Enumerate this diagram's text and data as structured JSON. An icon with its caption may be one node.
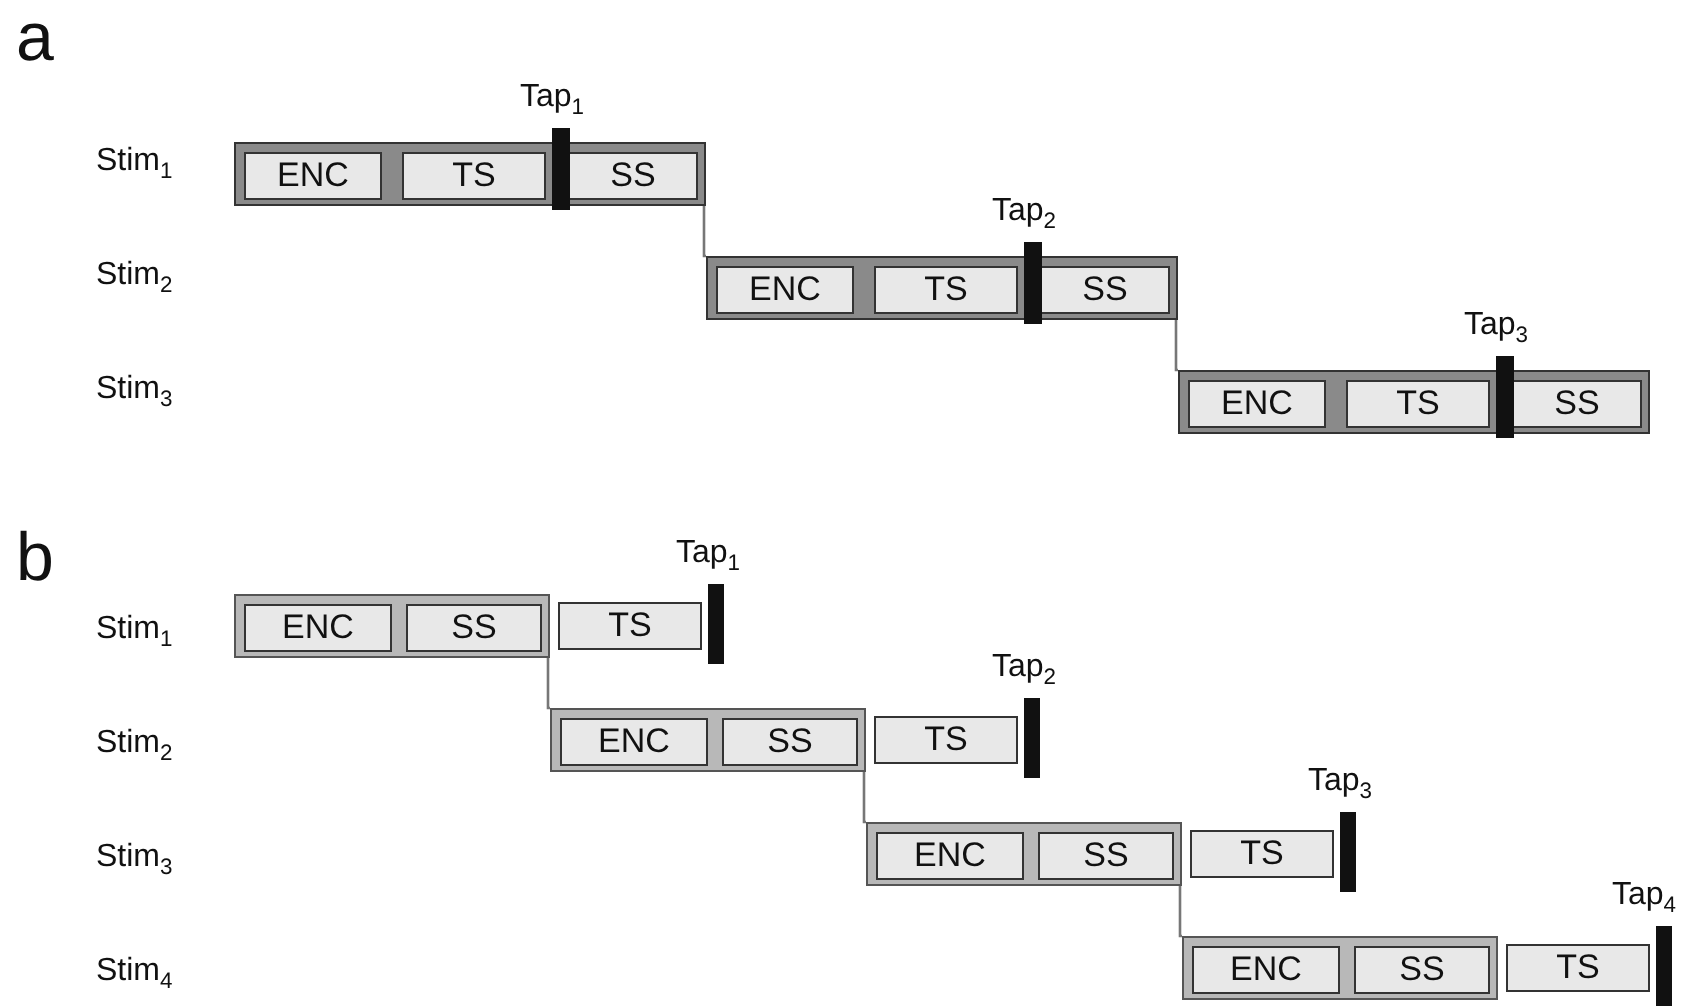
{
  "diagram": {
    "nodes": [
      {
        "text": [],
        "shape": "bar"
      },
      {
        "text": [
          "ENC"
        ],
        "in": 0
      },
      {
        "text": [
          "TS"
        ],
        "in": 0
      },
      {
        "text": [
          "SS"
        ],
        "in": 0
      },
      {
        "text": [
          "Tap$_{1}$"
        ]
      },
      {
        "text": [],
        "shape": "bar"
      },
      {
        "text": [
          "ENC"
        ],
        "in": 5
      },
      {
        "text": [
          "TS"
        ],
        "in": 5
      },
      {
        "text": [
          "SS"
        ],
        "in": 5
      },
      {
        "text": [
          "Tap$_{2}$"
        ]
      },
      {
        "text": [],
        "shape": "bar"
      },
      {
        "text": [
          "ENC"
        ],
        "in": 10
      },
      {
        "text": [
          "TS"
        ],
        "in": 10
      },
      {
        "text": [
          "SS"
        ],
        "in": 10
      },
      {
        "text": [
          "Tap$_{3}$"
        ]
      },
      {
        "text": [],
        "shape": "bar"
      },
      {
        "text": [
          "ENC"
        ],
        "in": 15
      },
      {
        "text": [
          "SS"
        ],
        "in": 15
      },
      {
        "text": [
          "TS"
        ]
      },
      {
        "text": [
          "Tap$_{1}$"
        ]
      },
      {
        "text": [],
        "shape": "bar"
      },
      {
        "text": [
          "ENC"
        ],
        "in": 20
      },
      {
        "text": [
          "SS"
        ],
        "in": 20
      },
      {
        "text": [
          "TS"
        ]
      },
      {
        "text": [
          "Tap$_{2}$"
        ]
      },
      {
        "text": [],
        "shape": "bar"
      },
      {
        "text": [
          "ENC"
        ],
        "in": 25
      },
      {
        "text": [
          "SS"
        ],
        "in": 25
      },
      {
        "text": [
          "TS"
        ]
      },
      {
        "text": [
          "Tap$_{3}$"
        ]
      },
      {
        "text": [],
        "shape": "bar"
      },
      {
        "text": [
          "ENC"
        ],
        "in": 30
      },
      {
        "text": [
          "SS"
        ],
        "in": 30
      },
      {
        "text": [
          "TS"
        ]
      },
      {
        "text": [
          "Tap$_{4}$"
        ]
      }
    ],
    "edges": [
      {
        "from": 0,
        "to": 5,
        "arrow": "none"
      },
      {
        "from": 5,
        "to": 10,
        "arrow": "none"
      },
      {
        "from": 15,
        "to": 20,
        "arrow": "none"
      },
      {
        "from": 20,
        "to": 25,
        "arrow": "none"
      },
      {
        "from": 25,
        "to": 30,
        "arrow": "none"
      }
    ],
    "labels": [
      "a",
      "Stim$_{1}$",
      "Stim$_{2}$",
      "Stim$_{3}$",
      "b",
      "Stim$_{1}$",
      "Stim$_{2}$",
      "Stim$_{3}$",
      "Stim$_{4}$"
    ]
  }
}
